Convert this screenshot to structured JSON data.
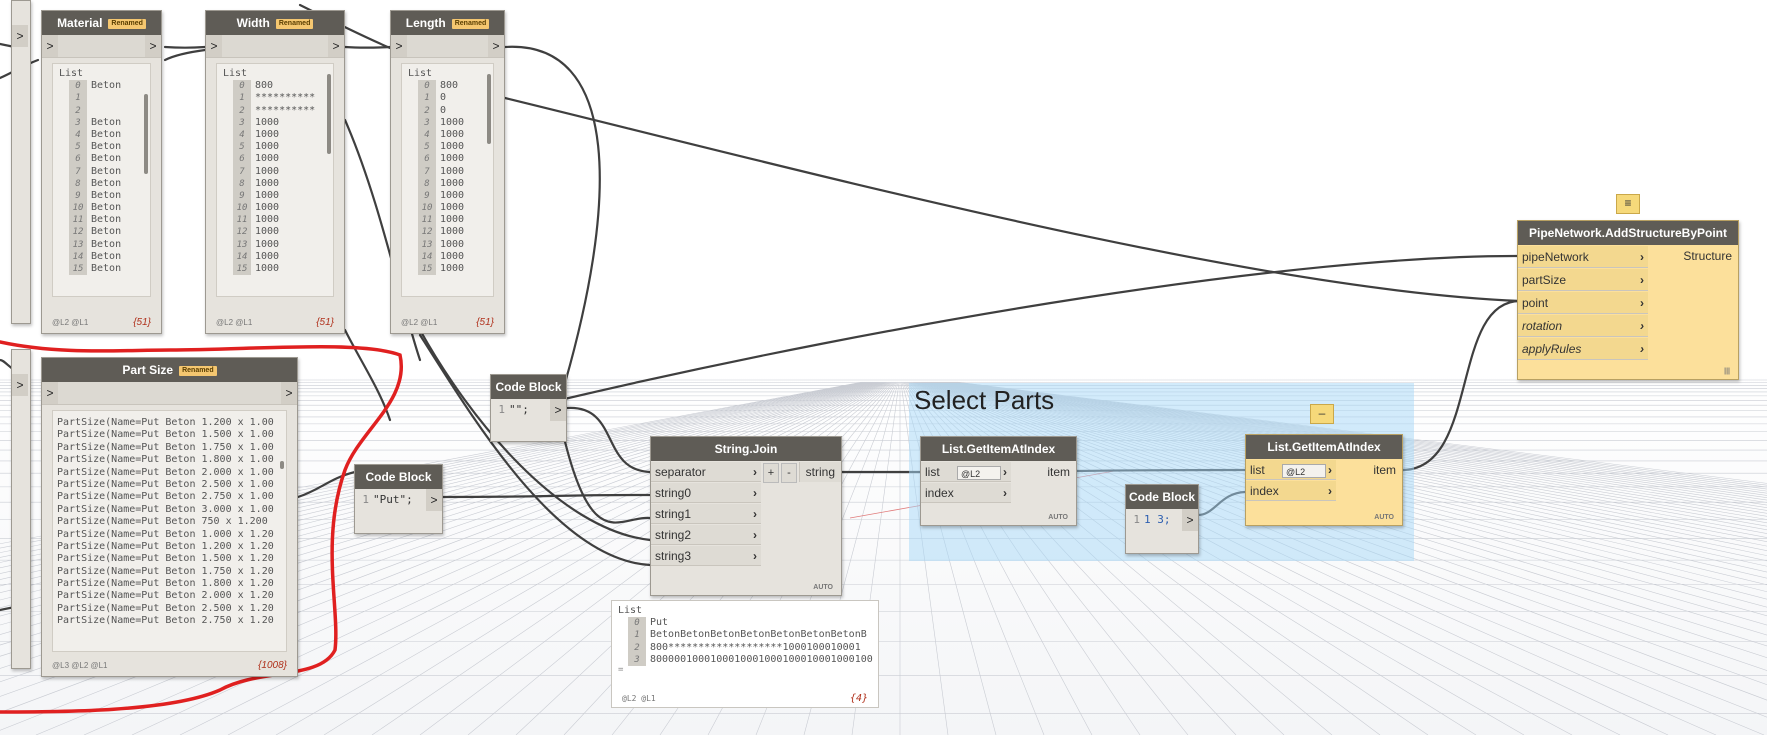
{
  "nodes": {
    "material": {
      "title": "Material",
      "badge": "Renamed",
      "list_label": "List",
      "items": [
        {
          "i": "0",
          "v": "Beton"
        },
        {
          "i": "1",
          "v": ""
        },
        {
          "i": "2",
          "v": ""
        },
        {
          "i": "3",
          "v": "Beton"
        },
        {
          "i": "4",
          "v": "Beton"
        },
        {
          "i": "5",
          "v": "Beton"
        },
        {
          "i": "6",
          "v": "Beton"
        },
        {
          "i": "7",
          "v": "Beton"
        },
        {
          "i": "8",
          "v": "Beton"
        },
        {
          "i": "9",
          "v": "Beton"
        },
        {
          "i": "10",
          "v": "Beton"
        },
        {
          "i": "11",
          "v": "Beton"
        },
        {
          "i": "12",
          "v": "Beton"
        },
        {
          "i": "13",
          "v": "Beton"
        },
        {
          "i": "14",
          "v": "Beton"
        },
        {
          "i": "15",
          "v": "Beton"
        }
      ],
      "levels": "@L2 @L1",
      "count": "{51}"
    },
    "width": {
      "title": "Width",
      "badge": "Renamed",
      "list_label": "List",
      "items": [
        {
          "i": "0",
          "v": "800"
        },
        {
          "i": "1",
          "v": "**********"
        },
        {
          "i": "2",
          "v": "**********"
        },
        {
          "i": "3",
          "v": "1000"
        },
        {
          "i": "4",
          "v": "1000"
        },
        {
          "i": "5",
          "v": "1000"
        },
        {
          "i": "6",
          "v": "1000"
        },
        {
          "i": "7",
          "v": "1000"
        },
        {
          "i": "8",
          "v": "1000"
        },
        {
          "i": "9",
          "v": "1000"
        },
        {
          "i": "10",
          "v": "1000"
        },
        {
          "i": "11",
          "v": "1000"
        },
        {
          "i": "12",
          "v": "1000"
        },
        {
          "i": "13",
          "v": "1000"
        },
        {
          "i": "14",
          "v": "1000"
        },
        {
          "i": "15",
          "v": "1000"
        }
      ],
      "levels": "@L2 @L1",
      "count": "{51}"
    },
    "length": {
      "title": "Length",
      "badge": "Renamed",
      "list_label": "List",
      "items": [
        {
          "i": "0",
          "v": "800"
        },
        {
          "i": "1",
          "v": "0"
        },
        {
          "i": "2",
          "v": "0"
        },
        {
          "i": "3",
          "v": "1000"
        },
        {
          "i": "4",
          "v": "1000"
        },
        {
          "i": "5",
          "v": "1000"
        },
        {
          "i": "6",
          "v": "1000"
        },
        {
          "i": "7",
          "v": "1000"
        },
        {
          "i": "8",
          "v": "1000"
        },
        {
          "i": "9",
          "v": "1000"
        },
        {
          "i": "10",
          "v": "1000"
        },
        {
          "i": "11",
          "v": "1000"
        },
        {
          "i": "12",
          "v": "1000"
        },
        {
          "i": "13",
          "v": "1000"
        },
        {
          "i": "14",
          "v": "1000"
        },
        {
          "i": "15",
          "v": "1000"
        }
      ],
      "levels": "@L2 @L1",
      "count": "{51}"
    },
    "part_size": {
      "title": "Part Size",
      "badge": "Renamed",
      "items": [
        "PartSize(Name=Put Beton 1.200 x 1.00",
        "PartSize(Name=Put Beton 1.500 x 1.00",
        "PartSize(Name=Put Beton 1.750 x 1.00",
        "PartSize(Name=Put Beton 1.800 x 1.00",
        "PartSize(Name=Put Beton 2.000 x 1.00",
        "PartSize(Name=Put Beton 2.500 x 1.00",
        "PartSize(Name=Put Beton 2.750 x 1.00",
        "PartSize(Name=Put Beton 3.000 x 1.00",
        "PartSize(Name=Put Beton 750 x 1.200",
        "PartSize(Name=Put Beton 1.000 x 1.20",
        "PartSize(Name=Put Beton 1.200 x 1.20",
        "PartSize(Name=Put Beton 1.500 x 1.20",
        "PartSize(Name=Put Beton 1.750 x 1.20",
        "PartSize(Name=Put Beton 1.800 x 1.20",
        "PartSize(Name=Put Beton 2.000 x 1.20",
        "PartSize(Name=Put Beton 2.500 x 1.20",
        "PartSize(Name=Put Beton 2.750 x 1.20"
      ],
      "levels": "@L3 @L2 @L1",
      "count": "{1008}"
    },
    "code_block_1": {
      "title": "Code Block",
      "line": "1",
      "code": "\"\";"
    },
    "code_block_2": {
      "title": "Code Block",
      "line": "1",
      "code": "\"Put\";"
    },
    "code_block_3": {
      "title": "Code Block",
      "line": "1",
      "code": "1 3;"
    },
    "string_join": {
      "title": "String.Join",
      "inputs": [
        "separator",
        "string0",
        "string1",
        "string2",
        "string3"
      ],
      "plus": "+",
      "minus": "-",
      "output": "string",
      "lacing": "AUTO"
    },
    "get_item_1": {
      "title": "List.GetItemAtIndex",
      "inputs": [
        "list",
        "index"
      ],
      "level": "@L2",
      "output": "item",
      "lacing": "AUTO"
    },
    "get_item_2": {
      "title": "List.GetItemAtIndex",
      "inputs": [
        "list",
        "index"
      ],
      "level": "@L2",
      "output": "item",
      "lacing": "AUTO",
      "note": "–"
    },
    "add_structure": {
      "title": "PipeNetwork.AddStructureByPoint",
      "inputs": [
        "pipeNetwork",
        "partSize",
        "point",
        "rotation",
        "applyRules"
      ],
      "output": "Structure",
      "lacing": "|||",
      "note": "≡"
    }
  },
  "group": {
    "title": "Select Parts"
  },
  "result_preview": {
    "list_label": "List",
    "items": [
      {
        "i": "0",
        "v": "Put"
      },
      {
        "i": "1",
        "v": "BetonBetonBetonBetonBetonBetonBetonB"
      },
      {
        "i": "2",
        "v": "800*******************1000100010001"
      },
      {
        "i": "3",
        "v": "8000001000100010001000100010001000100"
      }
    ],
    "levels": "@L2 @L1",
    "count": "{4}"
  },
  "colors": {
    "selected_node": "#fce09b",
    "node_header": "#5f5c56",
    "group": "#a5d7f8",
    "annotation": "#e02020"
  }
}
